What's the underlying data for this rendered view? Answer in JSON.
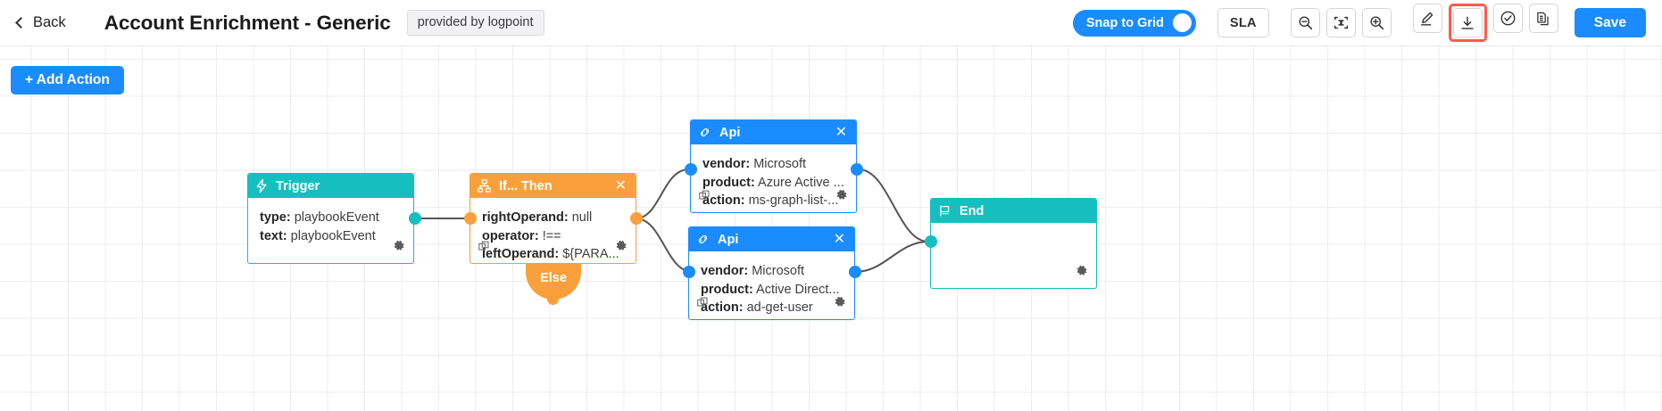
{
  "header": {
    "back_label": "Back",
    "back_icon": "chevron-left-icon",
    "title": "Account Enrichment - Generic",
    "provided_badge": "provided by logpoint",
    "snap_to_grid_label": "Snap to Grid",
    "snap_to_grid_on": true,
    "sla_label": "SLA",
    "zoom_out_icon": "zoom-out-icon",
    "fit_icon": "fit-to-screen-icon",
    "zoom_in_icon": "zoom-in-icon",
    "edit_icon": "pencil-edit-icon",
    "download_icon": "download-icon",
    "validate_icon": "check-circle-icon",
    "duplicate_icon": "document-copy-icon",
    "save_label": "Save"
  },
  "canvas": {
    "add_action_label": "+ Add Action",
    "else_label": "Else"
  },
  "colors": {
    "accent_blue": "#1a8cff",
    "teal": "#16bfbf",
    "orange": "#f9a03c",
    "highlight_red": "#ff5a4d",
    "grid_line": "#ededf0",
    "edge": "#555555"
  },
  "nodes": [
    {
      "id": "trigger",
      "title": "Trigger",
      "icon": "lightning-bolt-icon",
      "closable": false,
      "copyable": false,
      "lines": [
        {
          "key": "type:",
          "value": "playbookEvent"
        },
        {
          "key": "text:",
          "value": "playbookEvent"
        }
      ]
    },
    {
      "id": "if-then",
      "title": "If... Then",
      "icon": "branch-hierarchy-icon",
      "closable": true,
      "copyable": true,
      "lines": [
        {
          "key": "rightOperand:",
          "value": "null"
        },
        {
          "key": "operator:",
          "value": "!=="
        },
        {
          "key": "leftOperand:",
          "value": "${PARA..."
        }
      ]
    },
    {
      "id": "api-1",
      "title": "Api",
      "icon": "plug-connector-icon",
      "closable": true,
      "copyable": true,
      "lines": [
        {
          "key": "vendor:",
          "value": "Microsoft"
        },
        {
          "key": "product:",
          "value": "Azure Active ..."
        },
        {
          "key": "action:",
          "value": "ms-graph-list-..."
        }
      ]
    },
    {
      "id": "api-2",
      "title": "Api",
      "icon": "plug-connector-icon",
      "closable": true,
      "copyable": true,
      "lines": [
        {
          "key": "vendor:",
          "value": "Microsoft"
        },
        {
          "key": "product:",
          "value": "Active Direct..."
        },
        {
          "key": "action:",
          "value": "ad-get-user"
        }
      ]
    },
    {
      "id": "end",
      "title": "End",
      "icon": "flag-icon",
      "closable": false,
      "copyable": false,
      "lines": []
    }
  ]
}
